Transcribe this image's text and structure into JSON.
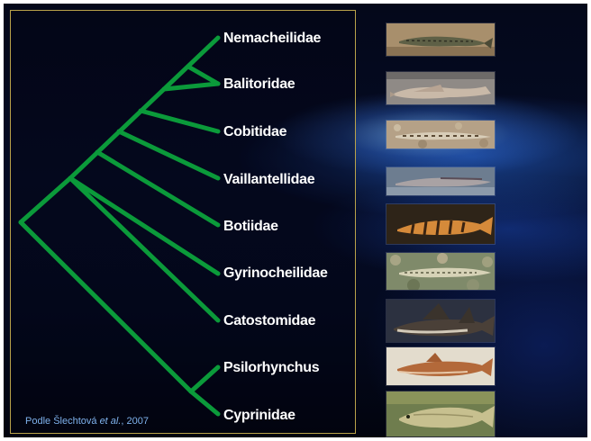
{
  "taxa": [
    {
      "name": "Nemacheilidae",
      "photo_icon": "stone-loach-photo"
    },
    {
      "name": "Balitoridae",
      "photo_icon": "hillstream-loach-photo"
    },
    {
      "name": "Cobitidae",
      "photo_icon": "spined-loach-photo"
    },
    {
      "name": "Vaillantellidae",
      "photo_icon": "vaillantella-loach-photo"
    },
    {
      "name": "Botiidae",
      "photo_icon": "botia-loach-photo"
    },
    {
      "name": "Gyrinocheilidae",
      "photo_icon": "algae-eater-photo"
    },
    {
      "name": "Catostomidae",
      "photo_icon": "sucker-photo"
    },
    {
      "name": "Psilorhynchus",
      "photo_icon": "torrent-minnow-photo"
    },
    {
      "name": "Cyprinidae",
      "photo_icon": "carp-photo"
    }
  ],
  "citation": {
    "prefix": "Podle Šlechtová ",
    "etal": "et al.",
    "suffix": ", 2007"
  },
  "colors": {
    "branch": "#0b9a3a",
    "text": "#ffffff",
    "citation": "#7fb2ec",
    "frame": "#b9a24a"
  }
}
